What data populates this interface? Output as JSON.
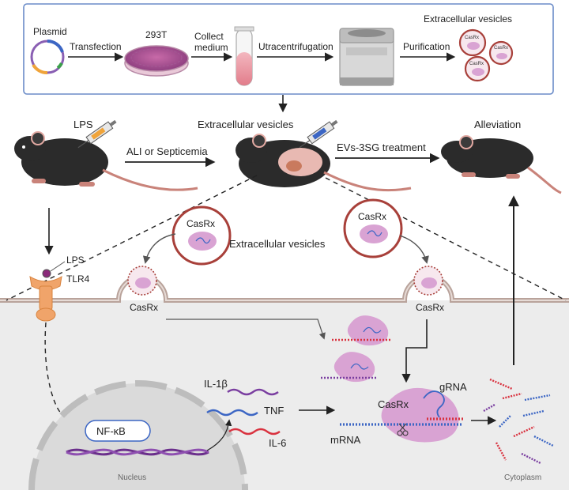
{
  "workflow": {
    "plasmid": "Plasmid",
    "transfection": "Transfection",
    "cell_line": "293T",
    "collect": "Collect",
    "medium": "medium",
    "ultracentrifugation": "Utracentrifugation",
    "purification": "Purification",
    "ev_title": "Extracellular vesicles",
    "ev_label": "CasRx"
  },
  "mice": {
    "lps": "LPS",
    "ev_injection": "Extracellular vesicles",
    "alleviation": "Alleviation",
    "disease": "ALI or Septicemia",
    "treatment": "EVs-3SG treatment"
  },
  "cell": {
    "casrx_a": "CasRx",
    "casrx_b": "CasRx",
    "ev_middle": "Extracellular vesicles",
    "endo_left": "CasRx",
    "endo_right": "CasRx",
    "lps_ligand": "LPS",
    "tlr4": "TLR4",
    "nfkb": "NF-κB",
    "il1b": "IL-1β",
    "tnf": "TNF",
    "il6": "IL-6",
    "casrx_complex": "CasRx",
    "grna": "gRNA",
    "mrna": "mRNA",
    "nucleus": "Nucleus",
    "cytoplasm": "Cytoplasm"
  },
  "colors": {
    "box_border": "#6b8cc8",
    "casrx_fill": "#d9a3d3",
    "vesicle_ring": "#a8403a",
    "cytoplasm_bg": "#ececec",
    "rna_red": "#d9323f",
    "rna_blue": "#3c66c4",
    "rna_purple": "#7a3ea0",
    "mouse": "#2b2b2b"
  },
  "icons": [
    "plasmid-icon",
    "petri-dish-icon",
    "test-tube-icon",
    "centrifuge-icon",
    "syringe-icon",
    "mouse-icon",
    "tlr4-receptor-icon",
    "dna-helix-icon",
    "scissors-icon"
  ]
}
